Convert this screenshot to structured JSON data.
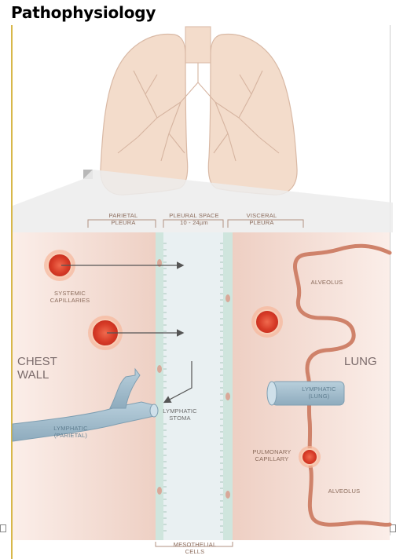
{
  "page": {
    "title": "Pathophysiology"
  },
  "labels": {
    "parietal_pleura": "PARIETAL\nPLEURA",
    "pleural_space": "PLEURAL SPACE\n10 - 24µm",
    "visceral_pleura": "VISCERAL\nPLEURA",
    "alveolus_top": "ALVEOLUS",
    "systemic_capillaries": "SYSTEMIC\nCAPILLARIES",
    "chest_wall": "CHEST\nWALL",
    "lung": "LUNG",
    "lymphatic_lung": "LYMPHATIC\n(LUNG)",
    "lymphatic_stoma": "LYMPHATIC\nSTOMA",
    "lymphatic_parietal": "LYMPHATIC\n(PARIETAL)",
    "pulmonary_capillary": "PULMONARY\nCAPILLARY",
    "alveolus_bottom": "ALVEOLUS",
    "mesothelial_cells": "MESOTHELIAL\nCELLS"
  },
  "colors": {
    "lung_fill": "#f3dccb",
    "lung_outline": "#d9b9a5",
    "chest_wall_tissue": "#f2d8ce",
    "lung_tissue": "#f4dcd3",
    "pleural_space": "#e9f0f2",
    "mesothelium": "#cfe5dd",
    "capillary_red": "#e24a35",
    "capillary_ring": "#f7b79a",
    "lymphatic_blue": "#9cb8c8",
    "alveolus_line": "#cf826a",
    "arrow": "#555555"
  }
}
